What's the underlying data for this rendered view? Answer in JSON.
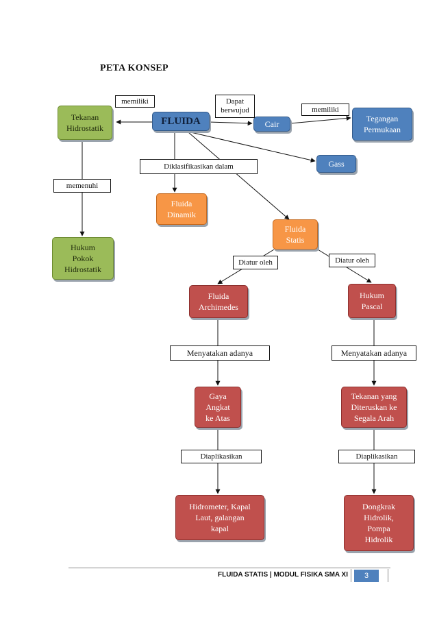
{
  "title": "PETA KONSEP",
  "nodes": {
    "fluida": "FLUIDA",
    "tekanan_hidrostatik": "Tekanan\nHidrostatik",
    "hukum_pokok_hidrostatik": "Hukum\nPokok\nHidrostatik",
    "cair": "Cair",
    "gass": "Gass",
    "tegangan_permukaan": "Tegangan\nPermukaan",
    "fluida_dinamik": "Fluida\nDinamik",
    "fluida_statis": "Fluida\nStatis",
    "fluida_archimedes": "Fluida\nArchimedes",
    "hukum_pascal": "Hukum\nPascal",
    "gaya_angkat": "Gaya\nAngkat\nke Atas",
    "tekanan_diteruskan": "Tekanan yang\nDiteruskan ke\nSegala Arah",
    "hidrometer": "Hidrometer, Kapal\nLaut,  galangan\nkapal",
    "dongkrak": "Dongkrak\nHidrolik,\nPompa\nHidrolik"
  },
  "labels": {
    "memiliki_left": "memiliki",
    "dapat_berwujud": "Dapat\nberwujud",
    "memiliki_right": "memiliki",
    "diklasifikasikan": "Diklasifikasikan dalam",
    "memenuhi": "memenuhi",
    "diatur_oleh_left": "Diatur oleh",
    "diatur_oleh_right": "Diatur oleh",
    "menyatakan_left": "Menyatakan adanya",
    "menyatakan_right": "Menyatakan adanya",
    "diaplikasikan_left": "Diaplikasikan",
    "diaplikasikan_right": "Diaplikasikan"
  },
  "footer": {
    "text": "FLUIDA STATIS | MODUL FISIKA SMA XI",
    "page": "3"
  },
  "colors": {
    "green": "#9bbb59",
    "blue": "#4f81bd",
    "orange": "#f79646",
    "red": "#c0504d"
  }
}
